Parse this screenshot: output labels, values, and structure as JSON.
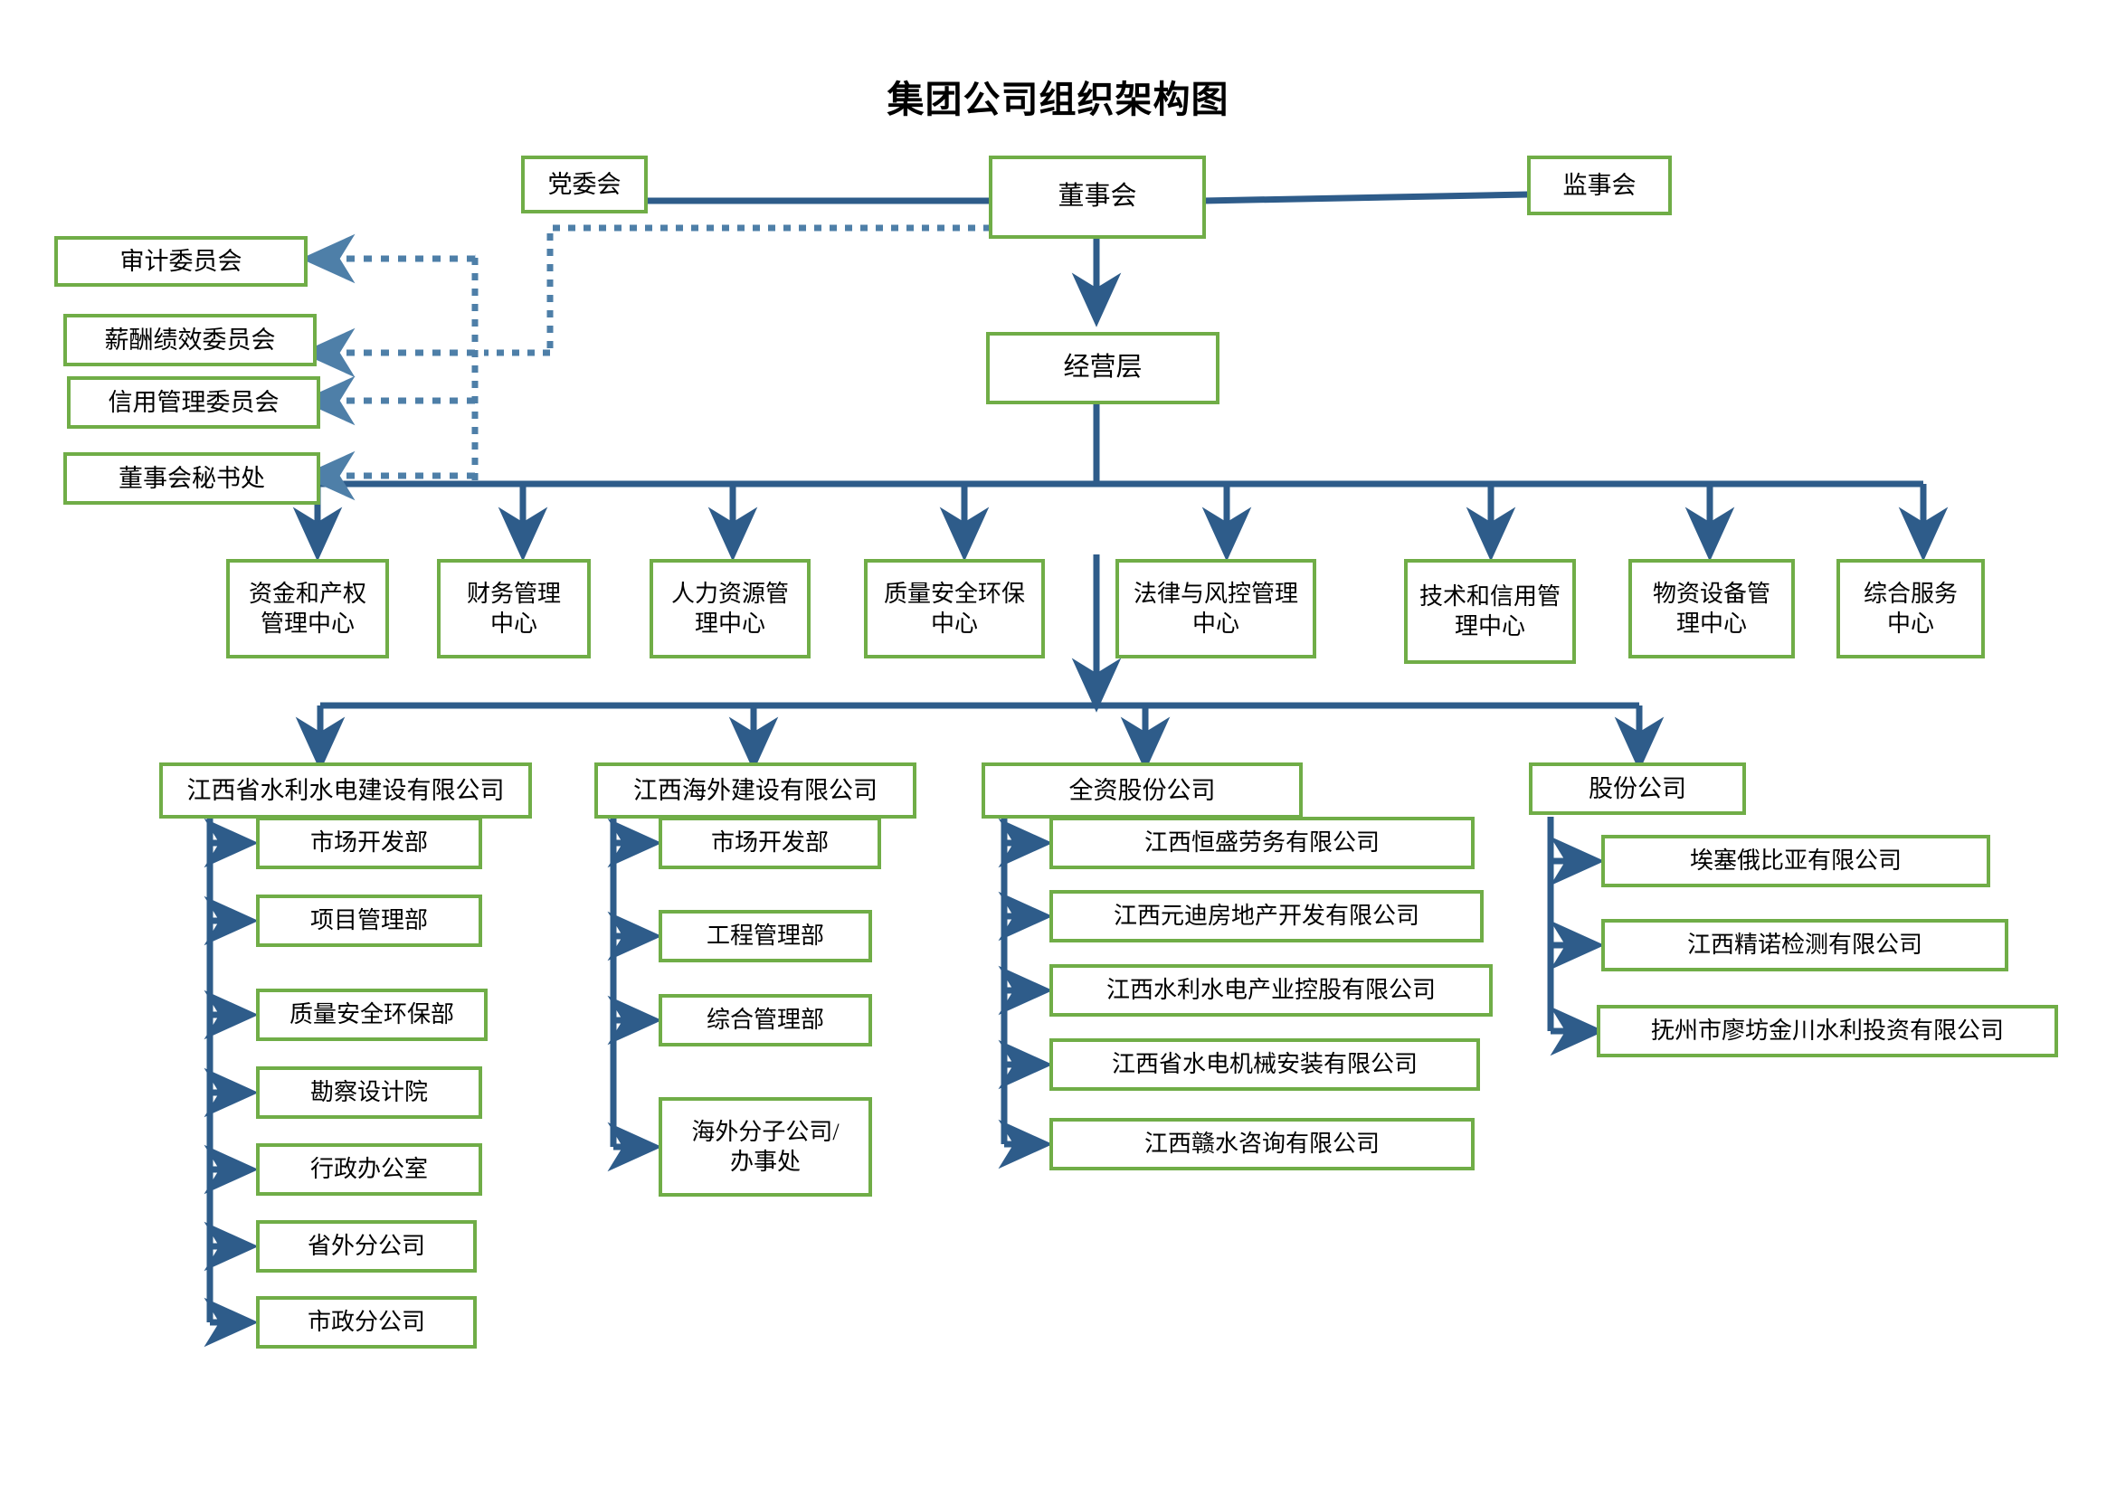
{
  "chart_title": "集团公司组织架构图",
  "colors": {
    "box_border": "#70AD47",
    "box_fill": "#FFFFFF",
    "solid_connector": "#2E5C8A",
    "dotted_connector": "#4E7FA8",
    "text": "#000000"
  },
  "top_level": {
    "party_committee": "党委会",
    "board_of_directors": "董事会",
    "board_of_supervisors": "监事会",
    "management_layer": "经营层"
  },
  "board_committees": [
    {
      "label": "审计委员会"
    },
    {
      "label": "薪酬绩效委员会"
    },
    {
      "label": "信用管理委员会"
    },
    {
      "label": "董事会秘书处"
    }
  ],
  "management_centers": [
    {
      "label": "资金和产权\n管理中心"
    },
    {
      "label": "财务管理\n中心"
    },
    {
      "label": "人力资源管\n理中心"
    },
    {
      "label": "质量安全环保\n中心"
    },
    {
      "label": "法律与风控管理\n中心"
    },
    {
      "label": "技术和信用管\n理中心"
    },
    {
      "label": "物资设备管\n理中心"
    },
    {
      "label": "综合服务\n中心"
    }
  ],
  "subsidiaries": [
    {
      "label": "江西省水利水电建设有限公司",
      "children": [
        {
          "label": "市场开发部"
        },
        {
          "label": "项目管理部"
        },
        {
          "label": "质量安全环保部"
        },
        {
          "label": "勘察设计院"
        },
        {
          "label": "行政办公室"
        },
        {
          "label": "省外分公司"
        },
        {
          "label": "市政分公司"
        }
      ]
    },
    {
      "label": "江西海外建设有限公司",
      "children": [
        {
          "label": "市场开发部"
        },
        {
          "label": "工程管理部"
        },
        {
          "label": "综合管理部"
        },
        {
          "label": "海外分子公司/\n办事处"
        }
      ]
    },
    {
      "label": "全资股份公司",
      "children": [
        {
          "label": "江西恒盛劳务有限公司"
        },
        {
          "label": "江西元迪房地产开发有限公司"
        },
        {
          "label": "江西水利水电产业控股有限公司"
        },
        {
          "label": "江西省水电机械安装有限公司"
        },
        {
          "label": "江西赣水咨询有限公司"
        }
      ]
    },
    {
      "label": "股份公司",
      "children": [
        {
          "label": "埃塞俄比亚有限公司"
        },
        {
          "label": "江西精诺检测有限公司"
        },
        {
          "label": "抚州市廖坊金川水利投资有限公司"
        }
      ]
    }
  ],
  "chart_data": {
    "type": "diagram",
    "title": "集团公司组织架构图",
    "diagram_kind": "organization-chart",
    "levels": [
      {
        "level": 0,
        "nodes": [
          "党委会",
          "董事会",
          "监事会"
        ]
      },
      {
        "level": 1,
        "nodes": [
          "审计委员会",
          "薪酬绩效委员会",
          "信用管理委员会",
          "董事会秘书处",
          "经营层"
        ]
      },
      {
        "level": 2,
        "nodes": [
          "资金和产权管理中心",
          "财务管理中心",
          "人力资源管理中心",
          "质量安全环保中心",
          "法律与风控管理中心",
          "技术和信用管理中心",
          "物资设备管理中心",
          "综合服务中心"
        ]
      },
      {
        "level": 3,
        "nodes": [
          "江西省水利水电建设有限公司",
          "江西海外建设有限公司",
          "全资股份公司",
          "股份公司"
        ]
      }
    ],
    "edges": [
      {
        "from": "党委会",
        "to": "董事会",
        "style": "solid"
      },
      {
        "from": "董事会",
        "to": "监事会",
        "style": "solid"
      },
      {
        "from": "董事会",
        "to": "经营层",
        "style": "solid-arrow"
      },
      {
        "from": "董事会",
        "to": "审计委员会",
        "style": "dotted-arrow"
      },
      {
        "from": "董事会",
        "to": "薪酬绩效委员会",
        "style": "dotted-arrow"
      },
      {
        "from": "董事会",
        "to": "信用管理委员会",
        "style": "dotted-arrow"
      },
      {
        "from": "董事会",
        "to": "董事会秘书处",
        "style": "dotted-arrow"
      },
      {
        "from": "经营层",
        "to": "资金和产权管理中心",
        "style": "solid-arrow"
      },
      {
        "from": "经营层",
        "to": "财务管理中心",
        "style": "solid-arrow"
      },
      {
        "from": "经营层",
        "to": "人力资源管理中心",
        "style": "solid-arrow"
      },
      {
        "from": "经营层",
        "to": "质量安全环保中心",
        "style": "solid-arrow"
      },
      {
        "from": "经营层",
        "to": "法律与风控管理中心",
        "style": "solid-arrow"
      },
      {
        "from": "经营层",
        "to": "技术和信用管理中心",
        "style": "solid-arrow"
      },
      {
        "from": "经营层",
        "to": "物资设备管理中心",
        "style": "solid-arrow"
      },
      {
        "from": "经营层",
        "to": "综合服务中心",
        "style": "solid-arrow"
      },
      {
        "from": "经营层",
        "to": "江西省水利水电建设有限公司",
        "style": "solid-arrow"
      },
      {
        "from": "经营层",
        "to": "江西海外建设有限公司",
        "style": "solid-arrow"
      },
      {
        "from": "经营层",
        "to": "全资股份公司",
        "style": "solid-arrow"
      },
      {
        "from": "经营层",
        "to": "股份公司",
        "style": "solid-arrow"
      }
    ]
  }
}
